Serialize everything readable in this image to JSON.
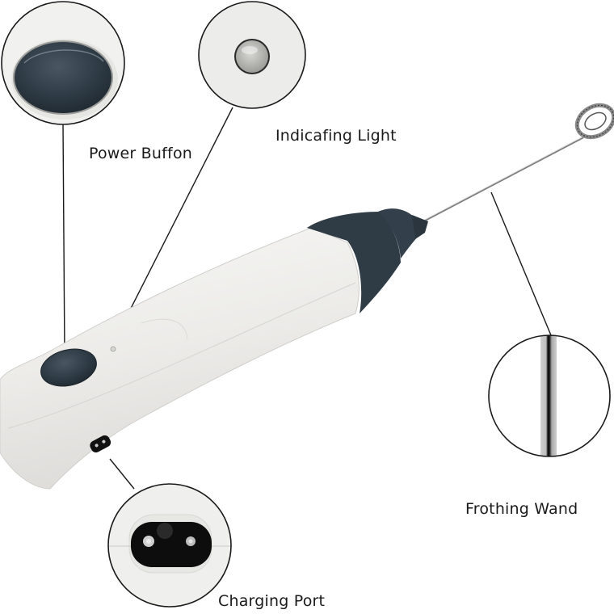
{
  "diagram": {
    "subject": "Handheld milk frother",
    "colors": {
      "background": "#ffffff",
      "body": "#eeeeec",
      "accent_dark": "#2f3b45",
      "callout_line": "#1a1a1a",
      "steel": "#9a9a9a"
    },
    "callouts": [
      {
        "id": "power-button",
        "label": "Power Buffon",
        "icon": "power-button-icon"
      },
      {
        "id": "indicator-light",
        "label": "Indicafing Light",
        "icon": "indicator-light-icon"
      },
      {
        "id": "frothing-wand",
        "label": "Frothing Wand",
        "icon": "frothing-wand-icon"
      },
      {
        "id": "charging-port",
        "label": "Charging Port",
        "icon": "charging-port-icon"
      }
    ]
  }
}
